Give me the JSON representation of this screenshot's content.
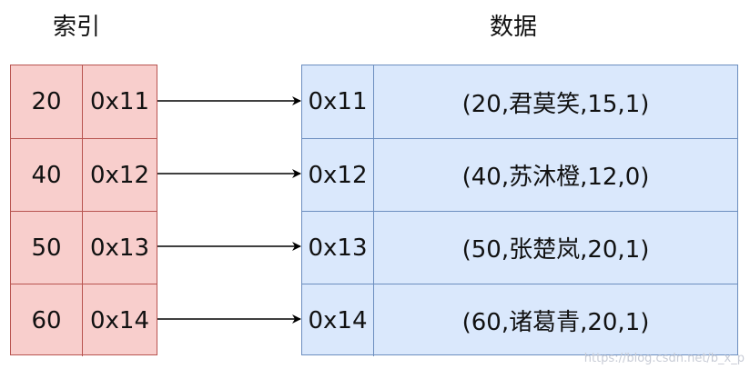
{
  "headings": {
    "index": "索引",
    "data": "数据"
  },
  "index_rows": [
    {
      "key": "20",
      "pointer": "0x11"
    },
    {
      "key": "40",
      "pointer": "0x12"
    },
    {
      "key": "50",
      "pointer": "0x13"
    },
    {
      "key": "60",
      "pointer": "0x14"
    }
  ],
  "data_rows": [
    {
      "address": "0x11",
      "record": "(20,君莫笑,15,1)"
    },
    {
      "address": "0x12",
      "record": "(40,苏沐橙,12,0)"
    },
    {
      "address": "0x13",
      "record": "(50,张楚岚,20,1)"
    },
    {
      "address": "0x14",
      "record": "(60,诸葛青,20,1)"
    }
  ],
  "watermark": "https://blog.csdn.net/b_x_p",
  "colors": {
    "index_fill": "#f8cecc",
    "index_border": "#b85450",
    "data_fill": "#dae8fc",
    "data_border": "#6c8ebf",
    "arrow": "#000000"
  }
}
